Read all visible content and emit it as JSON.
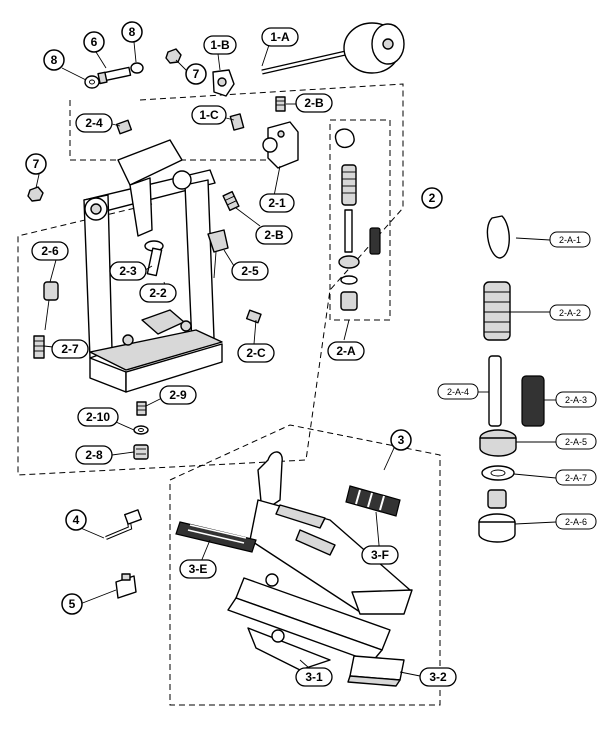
{
  "labels": {
    "l8a": "8",
    "l6": "6",
    "l8b": "8",
    "l7a": "7",
    "l1B": "1-B",
    "l1A": "1-A",
    "l2B_top": "2-B",
    "l1C": "1-C",
    "l24": "2-4",
    "l7b": "7",
    "l21": "2-1",
    "l2": "2",
    "l2B_mid": "2-B",
    "l26": "2-6",
    "l25": "2-5",
    "l23": "2-3",
    "l22": "2-2",
    "l27": "2-7",
    "l2C": "2-C",
    "l2A": "2-A",
    "l29": "2-9",
    "l210": "2-10",
    "l28": "2-8",
    "l3": "3",
    "l4": "4",
    "l3F": "3-F",
    "l3E": "3-E",
    "l5": "5",
    "l31": "3-1",
    "l32": "3-2",
    "lA1": "2-A-1",
    "lA2": "2-A-2",
    "lA4": "2-A-4",
    "lA3": "2-A-3",
    "lA5": "2-A-5",
    "lA7": "2-A-7",
    "lA6": "2-A-6"
  },
  "colors": {
    "line": "#000000",
    "paper": "#ffffff",
    "shade": "#d8d8d8"
  }
}
